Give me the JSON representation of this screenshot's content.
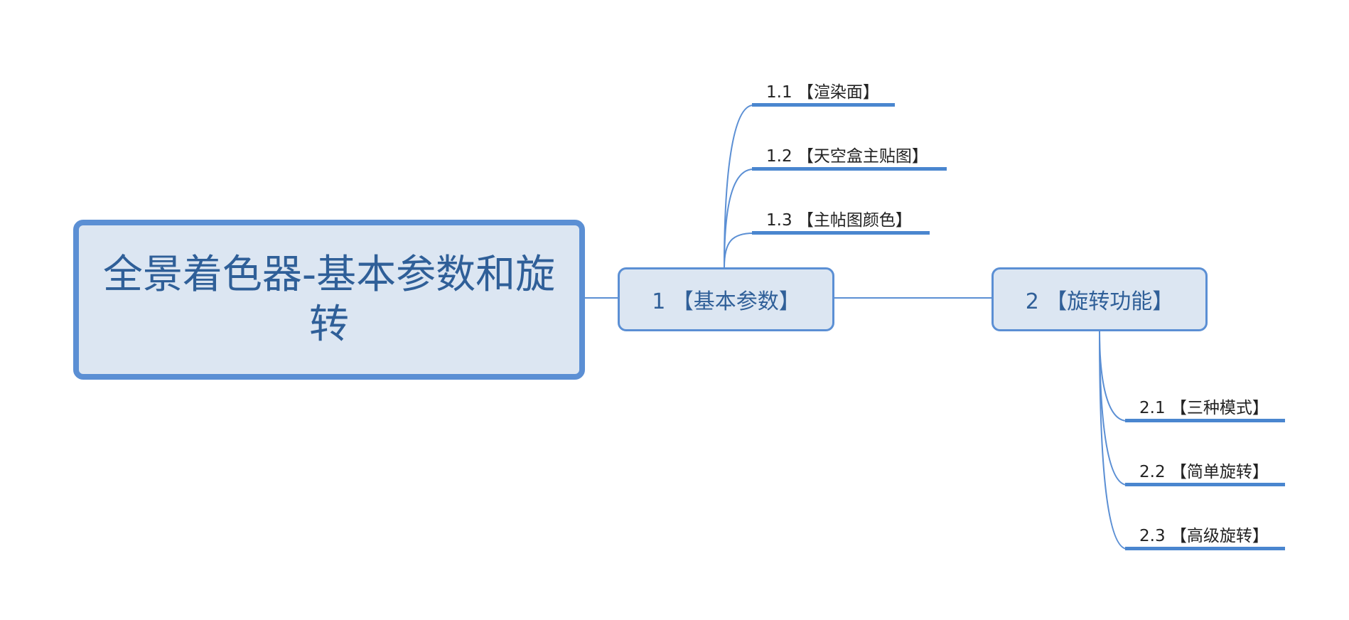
{
  "root": {
    "title": "全景着色器-基本参数和旋转"
  },
  "branches": [
    {
      "label": "1 【基本参数】",
      "children": [
        {
          "label": "1.1 【渲染面】"
        },
        {
          "label": "1.2 【天空盒主贴图】"
        },
        {
          "label": "1.3 【主帖图颜色】"
        }
      ]
    },
    {
      "label": "2 【旋转功能】",
      "children": [
        {
          "label": "2.1 【三种模式】"
        },
        {
          "label": "2.2 【简单旋转】"
        },
        {
          "label": "2.3 【高级旋转】"
        }
      ]
    }
  ],
  "colors": {
    "node_fill": "#dce6f2",
    "node_border": "#5b8fd4",
    "node_text": "#2f5f98",
    "leaf_underline": "#4a86cf",
    "connector": "#5b8fd4",
    "leaf_text": "#222222"
  }
}
